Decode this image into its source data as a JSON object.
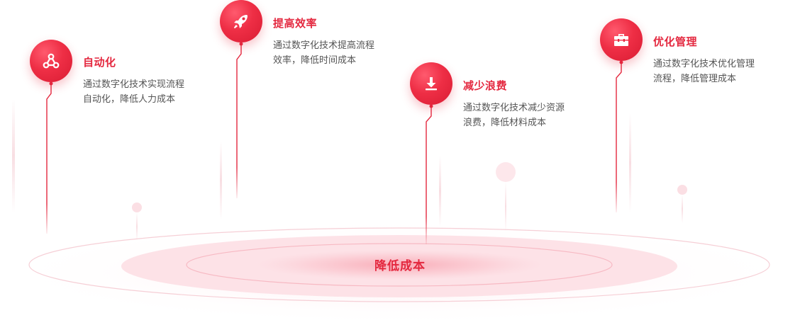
{
  "center": {
    "label": "降低成本"
  },
  "items": [
    {
      "title": "自动化",
      "desc": "通过数字化技术实现流程\n自动化，降低人力成本",
      "icon": "workflow-icon"
    },
    {
      "title": "提高效率",
      "desc": "通过数字化技术提高流程\n效率，降低时间成本",
      "icon": "rocket-icon"
    },
    {
      "title": "减少浪费",
      "desc": "通过数字化技术减少资源\n浪费，降低材料成本",
      "icon": "download-icon"
    },
    {
      "title": "优化管理",
      "desc": "通过数字化技术优化管理\n流程，降低管理成本",
      "icon": "toolbox-icon"
    }
  ],
  "colors": {
    "accent": "#e4283f",
    "text": "#555555"
  }
}
